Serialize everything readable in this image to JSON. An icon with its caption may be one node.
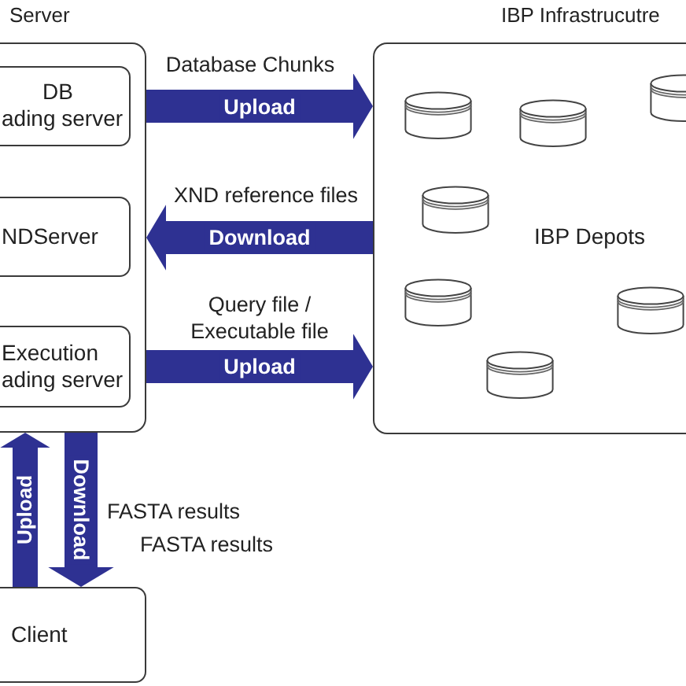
{
  "diagram": {
    "nodes": [
      {
        "text": [
          "Server"
        ]
      },
      {
        "text": [
          "DB ading server"
        ],
        "in": 0
      },
      {
        "text": [
          "NDServer"
        ],
        "in": 0
      },
      {
        "text": [
          "Execution ading server"
        ],
        "in": 0
      },
      {
        "text": [
          "Client"
        ]
      },
      {
        "text": [
          "IBP Infrastrucutre",
          "IBP Depots"
        ]
      }
    ],
    "edges": [
      {
        "from": 0,
        "to": 5,
        "arrow": "to",
        "label": "Upload"
      },
      {
        "from": 5,
        "to": 0,
        "arrow": "to",
        "label": "Download"
      },
      {
        "from": 0,
        "to": 5,
        "arrow": "to",
        "label": "Upload"
      },
      {
        "from": 4,
        "to": 0,
        "arrow": "to",
        "label": "Upload"
      },
      {
        "from": 0,
        "to": 4,
        "arrow": "to",
        "label": "Download"
      }
    ],
    "labels": [
      "Database Chunks",
      "XND reference files",
      "Query file / Executable file",
      "FASTA results",
      "FASTA results"
    ]
  }
}
